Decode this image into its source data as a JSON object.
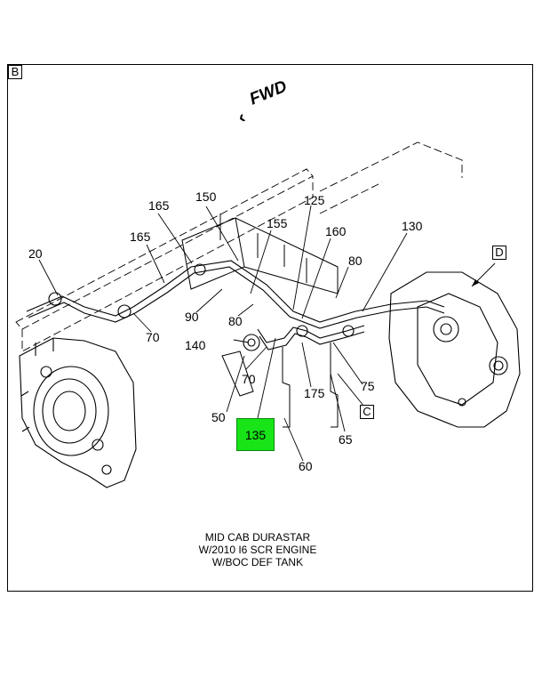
{
  "view_tags": {
    "b": "B",
    "d": "D",
    "c": "C"
  },
  "orientation": "FWD",
  "callouts": {
    "c20": "20",
    "c165a": "165",
    "c165b": "165",
    "c150": "150",
    "c155": "155",
    "c125": "125",
    "c160": "160",
    "c130": "130",
    "c80a": "80",
    "c80b": "80",
    "c90": "90",
    "c70a": "70",
    "c140": "140",
    "c70b": "70",
    "c50": "50",
    "c175": "175",
    "c75": "75",
    "c65": "65",
    "c60": "60"
  },
  "highlighted_callout": "135",
  "highlight_color": "#18e418",
  "caption": [
    "MID CAB DURASTAR",
    "W/2010 I6 SCR ENGINE",
    "W/BOC DEF TANK"
  ]
}
